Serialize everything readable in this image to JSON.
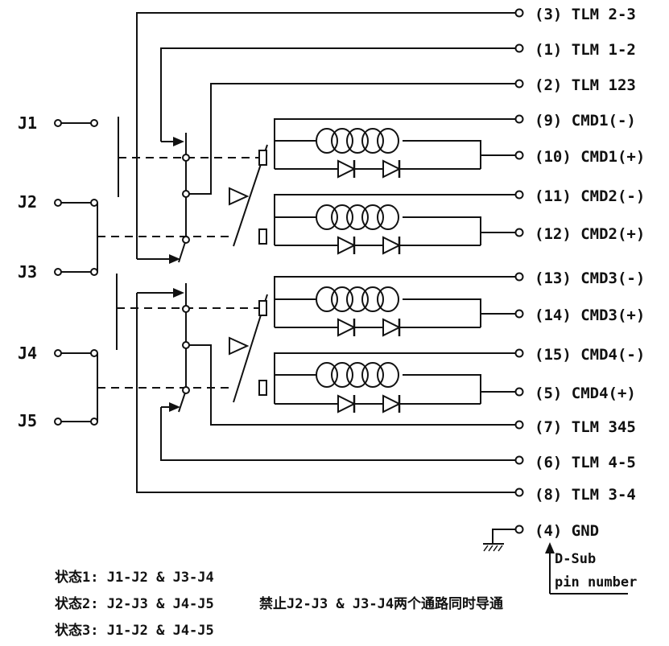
{
  "jumpers": [
    "J1",
    "J2",
    "J3",
    "J4",
    "J5"
  ],
  "pins": [
    "(3) TLM 2-3",
    "(1) TLM 1-2",
    "(2) TLM 123",
    "(9) CMD1(-)",
    "(10) CMD1(+)",
    "(11) CMD2(-)",
    "(12) CMD2(+)",
    "(13) CMD3(-)",
    "(14) CMD3(+)",
    "(15) CMD4(-)",
    "(5) CMD4(+)",
    "(7) TLM 345",
    "(6) TLM 4-5",
    "(8) TLM 3-4",
    "(4) GND"
  ],
  "dsub_label": {
    "line1": "D-Sub",
    "line2": "pin number"
  },
  "states": [
    "状态1: J1-J2 & J3-J4",
    "状态2: J2-J3 & J4-J5",
    "状态3: J1-J2 & J4-J5"
  ],
  "warning": "禁止J2-J3 & J3-J4两个通路同时导通",
  "icons": {
    "ground": "ground-icon",
    "coil": "coil-icon",
    "diode": "diode-icon",
    "terminal": "terminal-icon"
  }
}
